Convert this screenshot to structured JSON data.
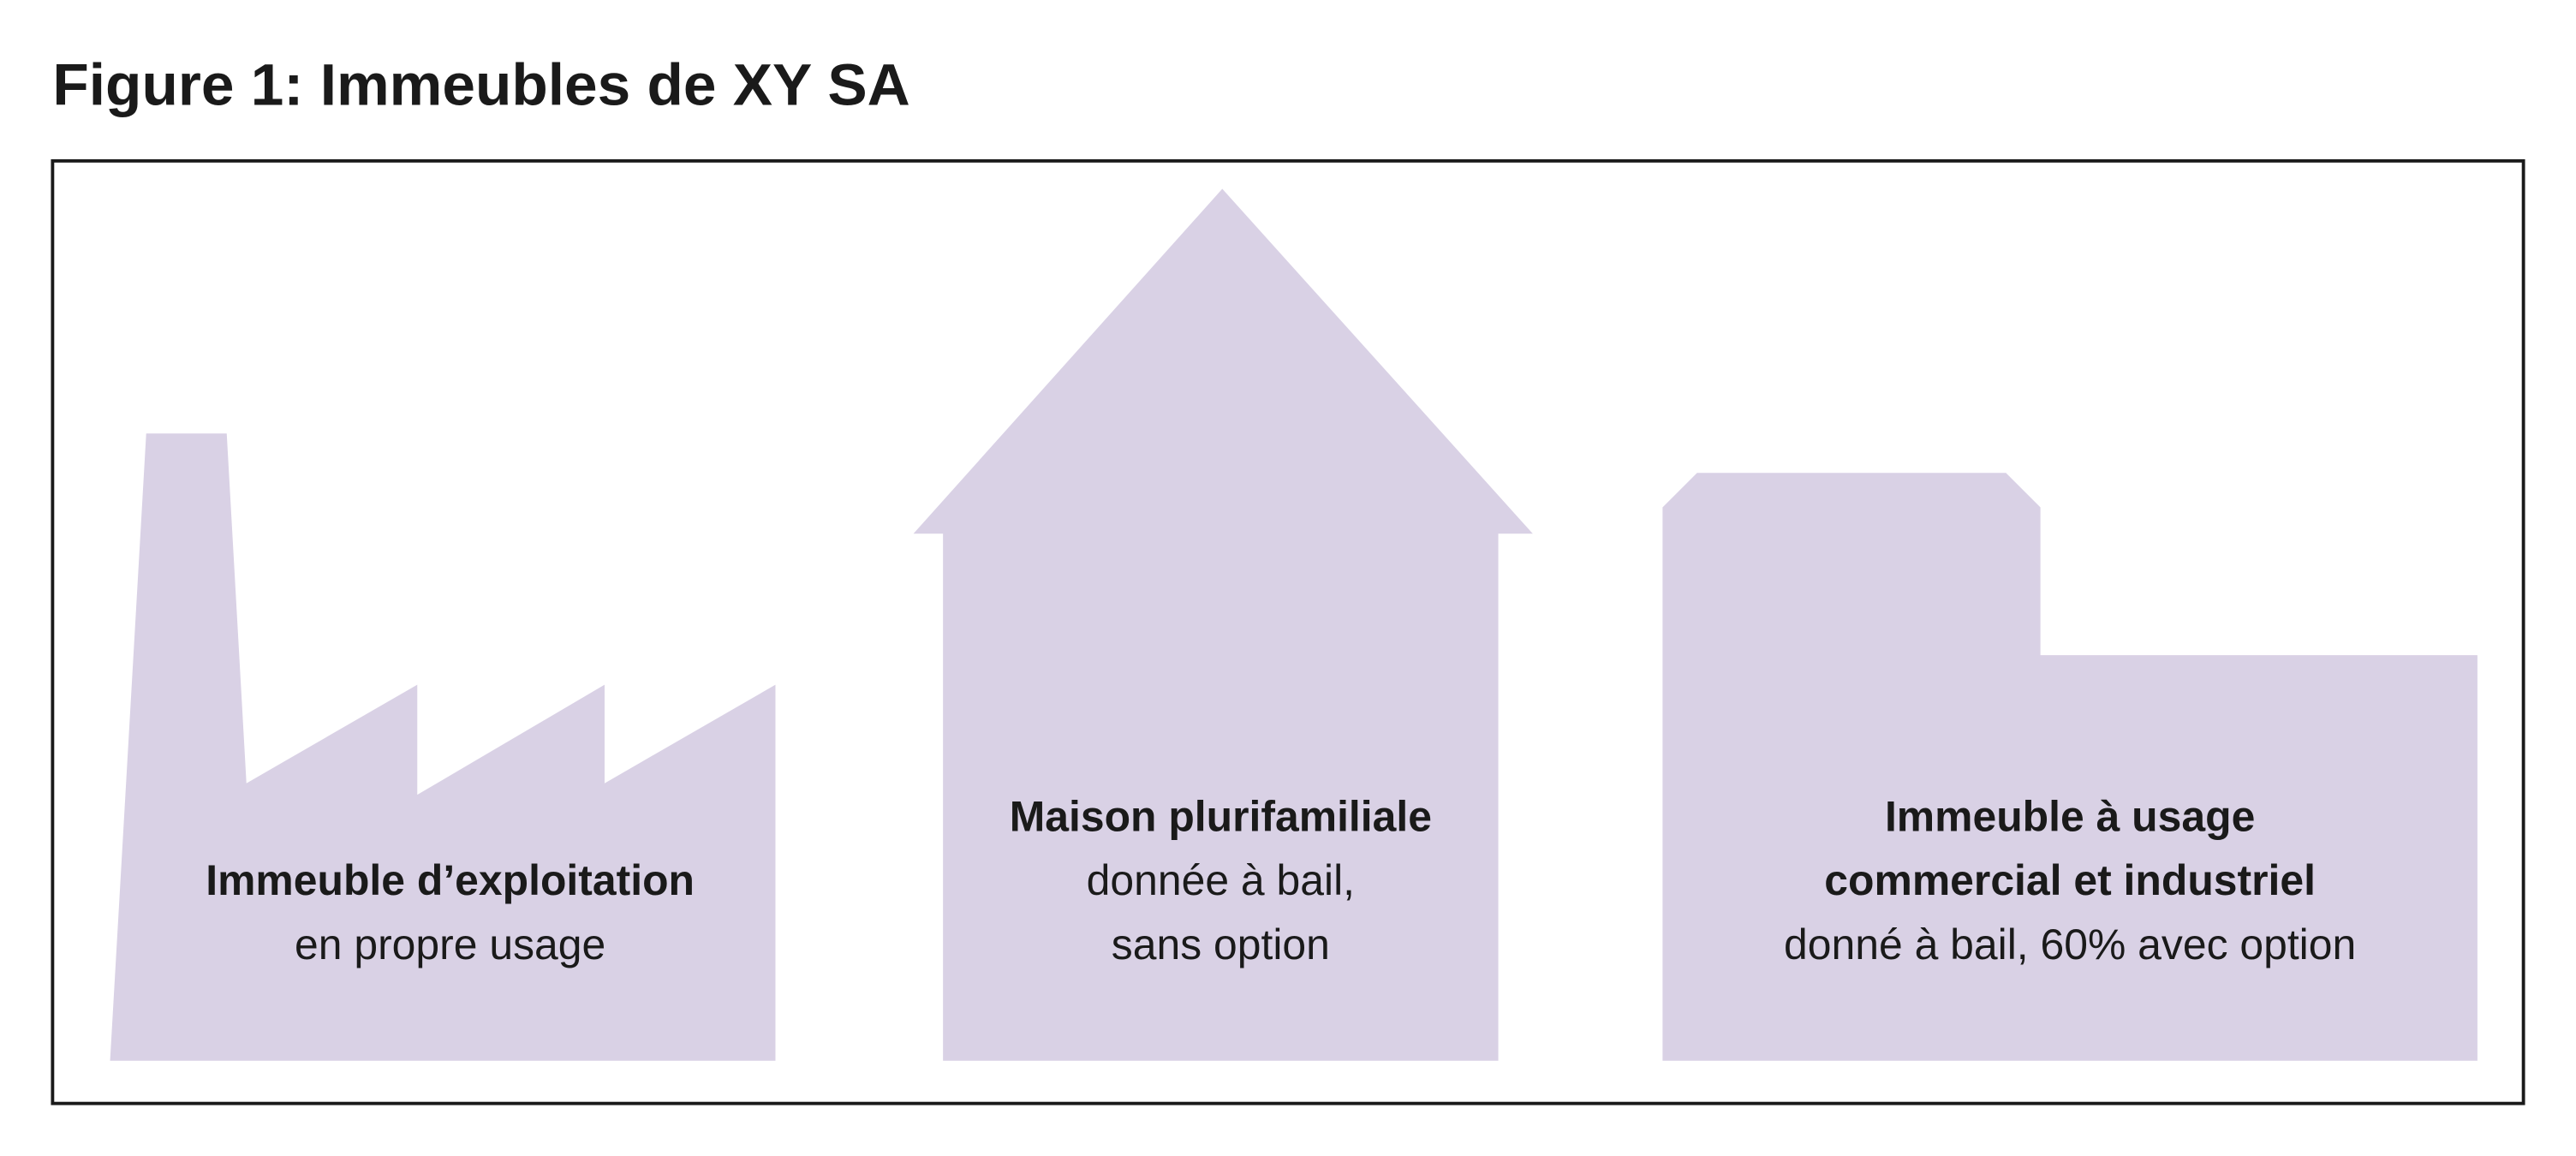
{
  "title": "Figure 1: Immeubles de XY SA",
  "colors": {
    "shape_fill": "#d9d1e5",
    "text": "#1a1a1a",
    "frame": "#1a1a1a"
  },
  "buildings": [
    {
      "icon": "factory-icon",
      "label_bold": [
        "Immeuble d’exploitation"
      ],
      "label_regular": [
        "en propre usage"
      ]
    },
    {
      "icon": "house-icon",
      "label_bold": [
        "Maison plurifamiliale"
      ],
      "label_regular": [
        "donnée à bail,",
        "sans option"
      ]
    },
    {
      "icon": "commercial-building-icon",
      "label_bold": [
        "Immeuble à usage",
        "commercial et industriel"
      ],
      "label_regular": [
        "donné à bail, 60% avec option"
      ]
    }
  ]
}
